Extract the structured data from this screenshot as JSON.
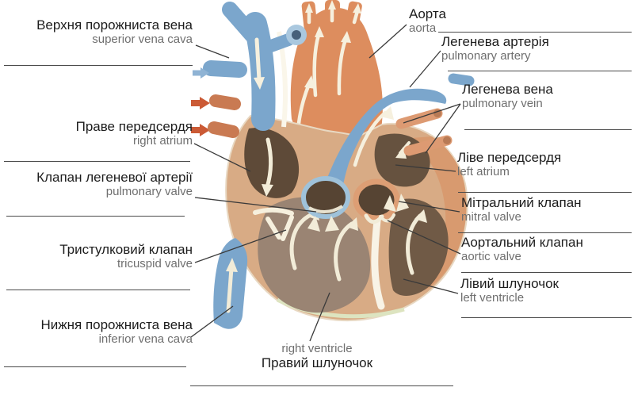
{
  "labels": {
    "left": [
      {
        "ua": "Верхня порожниста вена",
        "en": "superior vena cava"
      },
      {
        "ua": "Праве передсердя",
        "en": "right atrium"
      },
      {
        "ua": "Клапан легеневої артерії",
        "en": "pulmonary valve"
      },
      {
        "ua": "Тристулковий клапан",
        "en": "tricuspid valve"
      },
      {
        "ua": "Нижня порожниста вена",
        "en": "inferior vena cava"
      }
    ],
    "right": [
      {
        "ua": "Аорта",
        "en": "aorta"
      },
      {
        "ua": "Легенева артерія",
        "en": "pulmonary artery"
      },
      {
        "ua": "Легенева вена",
        "en": "pulmonary vein"
      },
      {
        "ua": "Ліве передсердя",
        "en": "left atrium"
      },
      {
        "ua": "Мітральний клапан",
        "en": "mitral valve"
      },
      {
        "ua": "Аортальний клапан",
        "en": "aortic valve"
      },
      {
        "ua": "Лівий шлуночок",
        "en": "left ventricle"
      }
    ],
    "bottom": {
      "en": "right ventricle",
      "ua": "Правий шлуночок"
    }
  },
  "colors": {
    "vein_blue": "#7ba6cc",
    "artery_orange": "#dd8d5e",
    "oxygen_red": "#cb5a35",
    "muscle_brown": "#9a8473",
    "chamber_dark": "#5e4a38",
    "flow_arrow_cream": "#f6f0de",
    "label_black": "#1d1d1d",
    "label_gray": "#6f6f6f",
    "answer_line": "#4a4a4a"
  }
}
